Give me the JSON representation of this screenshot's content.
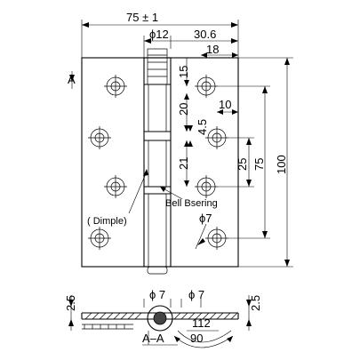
{
  "dimensions": {
    "overall_width": "75 ± 1",
    "pin_diameter": "ϕ12",
    "leaf_offset": "30.6",
    "hole_offset": "18",
    "top_to_first_hole": "15",
    "hole_spacing_upper": "20",
    "knuckle_gap": "4.5",
    "hole_to_edge": "10",
    "hole_spacing_lower": "21",
    "hole_pitch": "25",
    "hole_span": "75",
    "overall_height": "100",
    "hole_diameter": "ϕ7",
    "section_hole_left": "ϕ 7",
    "section_hole_right": "ϕ 7",
    "thickness_left": "2.5",
    "thickness_right": "2.5",
    "section_width": "112",
    "section_angle": "90"
  },
  "labels": {
    "bearing": "Bell Bsering",
    "dimple": "( Dimple)",
    "section_marker": "A",
    "section_name": "A–A"
  }
}
